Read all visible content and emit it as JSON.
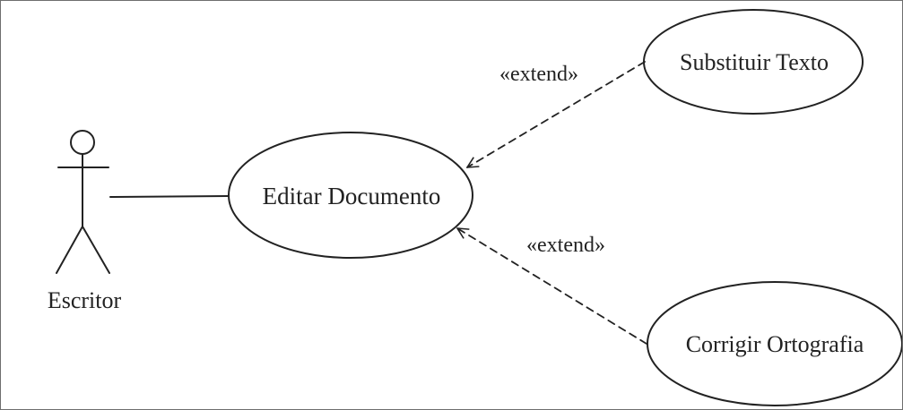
{
  "diagram": {
    "actor": {
      "label": "Escritor",
      "icon": "stick-figure-icon"
    },
    "use_cases": {
      "main": "Editar Documento",
      "replace_text": "Substituir Texto",
      "spell_check": "Corrigir Ortografia"
    },
    "relations": {
      "extend_top": "«extend»",
      "extend_bottom": "«extend»"
    },
    "colors": {
      "ink": "#222222",
      "background": "#ffffff",
      "frame": "#6e6e6e"
    }
  }
}
